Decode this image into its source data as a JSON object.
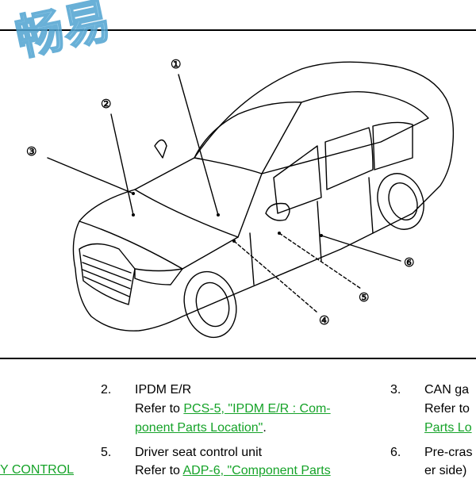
{
  "watermark": {
    "text": "畅易"
  },
  "callouts": [
    "①",
    "②",
    "③",
    "④",
    "⑤",
    "⑥"
  ],
  "parts": [
    {
      "num": "2.",
      "title": "IPDM E/R",
      "refer": "Refer to",
      "link_line1": "PCS-5, \"IPDM E/R : Com-",
      "link_line2": "ponent Parts Location\"",
      "tail": "."
    },
    {
      "num": "3.",
      "title": "CAN ga",
      "refer": "Refer to",
      "link_line1": "Parts Lo"
    },
    {
      "num": "5.",
      "title": "Driver seat control unit",
      "refer": "Refer to",
      "link_line1": "ADP-6, \"Component Parts"
    },
    {
      "num": "6.",
      "title": "Pre-cras",
      "refer": "er side)"
    }
  ],
  "left_fragment": "Y CONTROL",
  "colors": {
    "link": "#16a329",
    "watermark": "#8ecbea"
  }
}
